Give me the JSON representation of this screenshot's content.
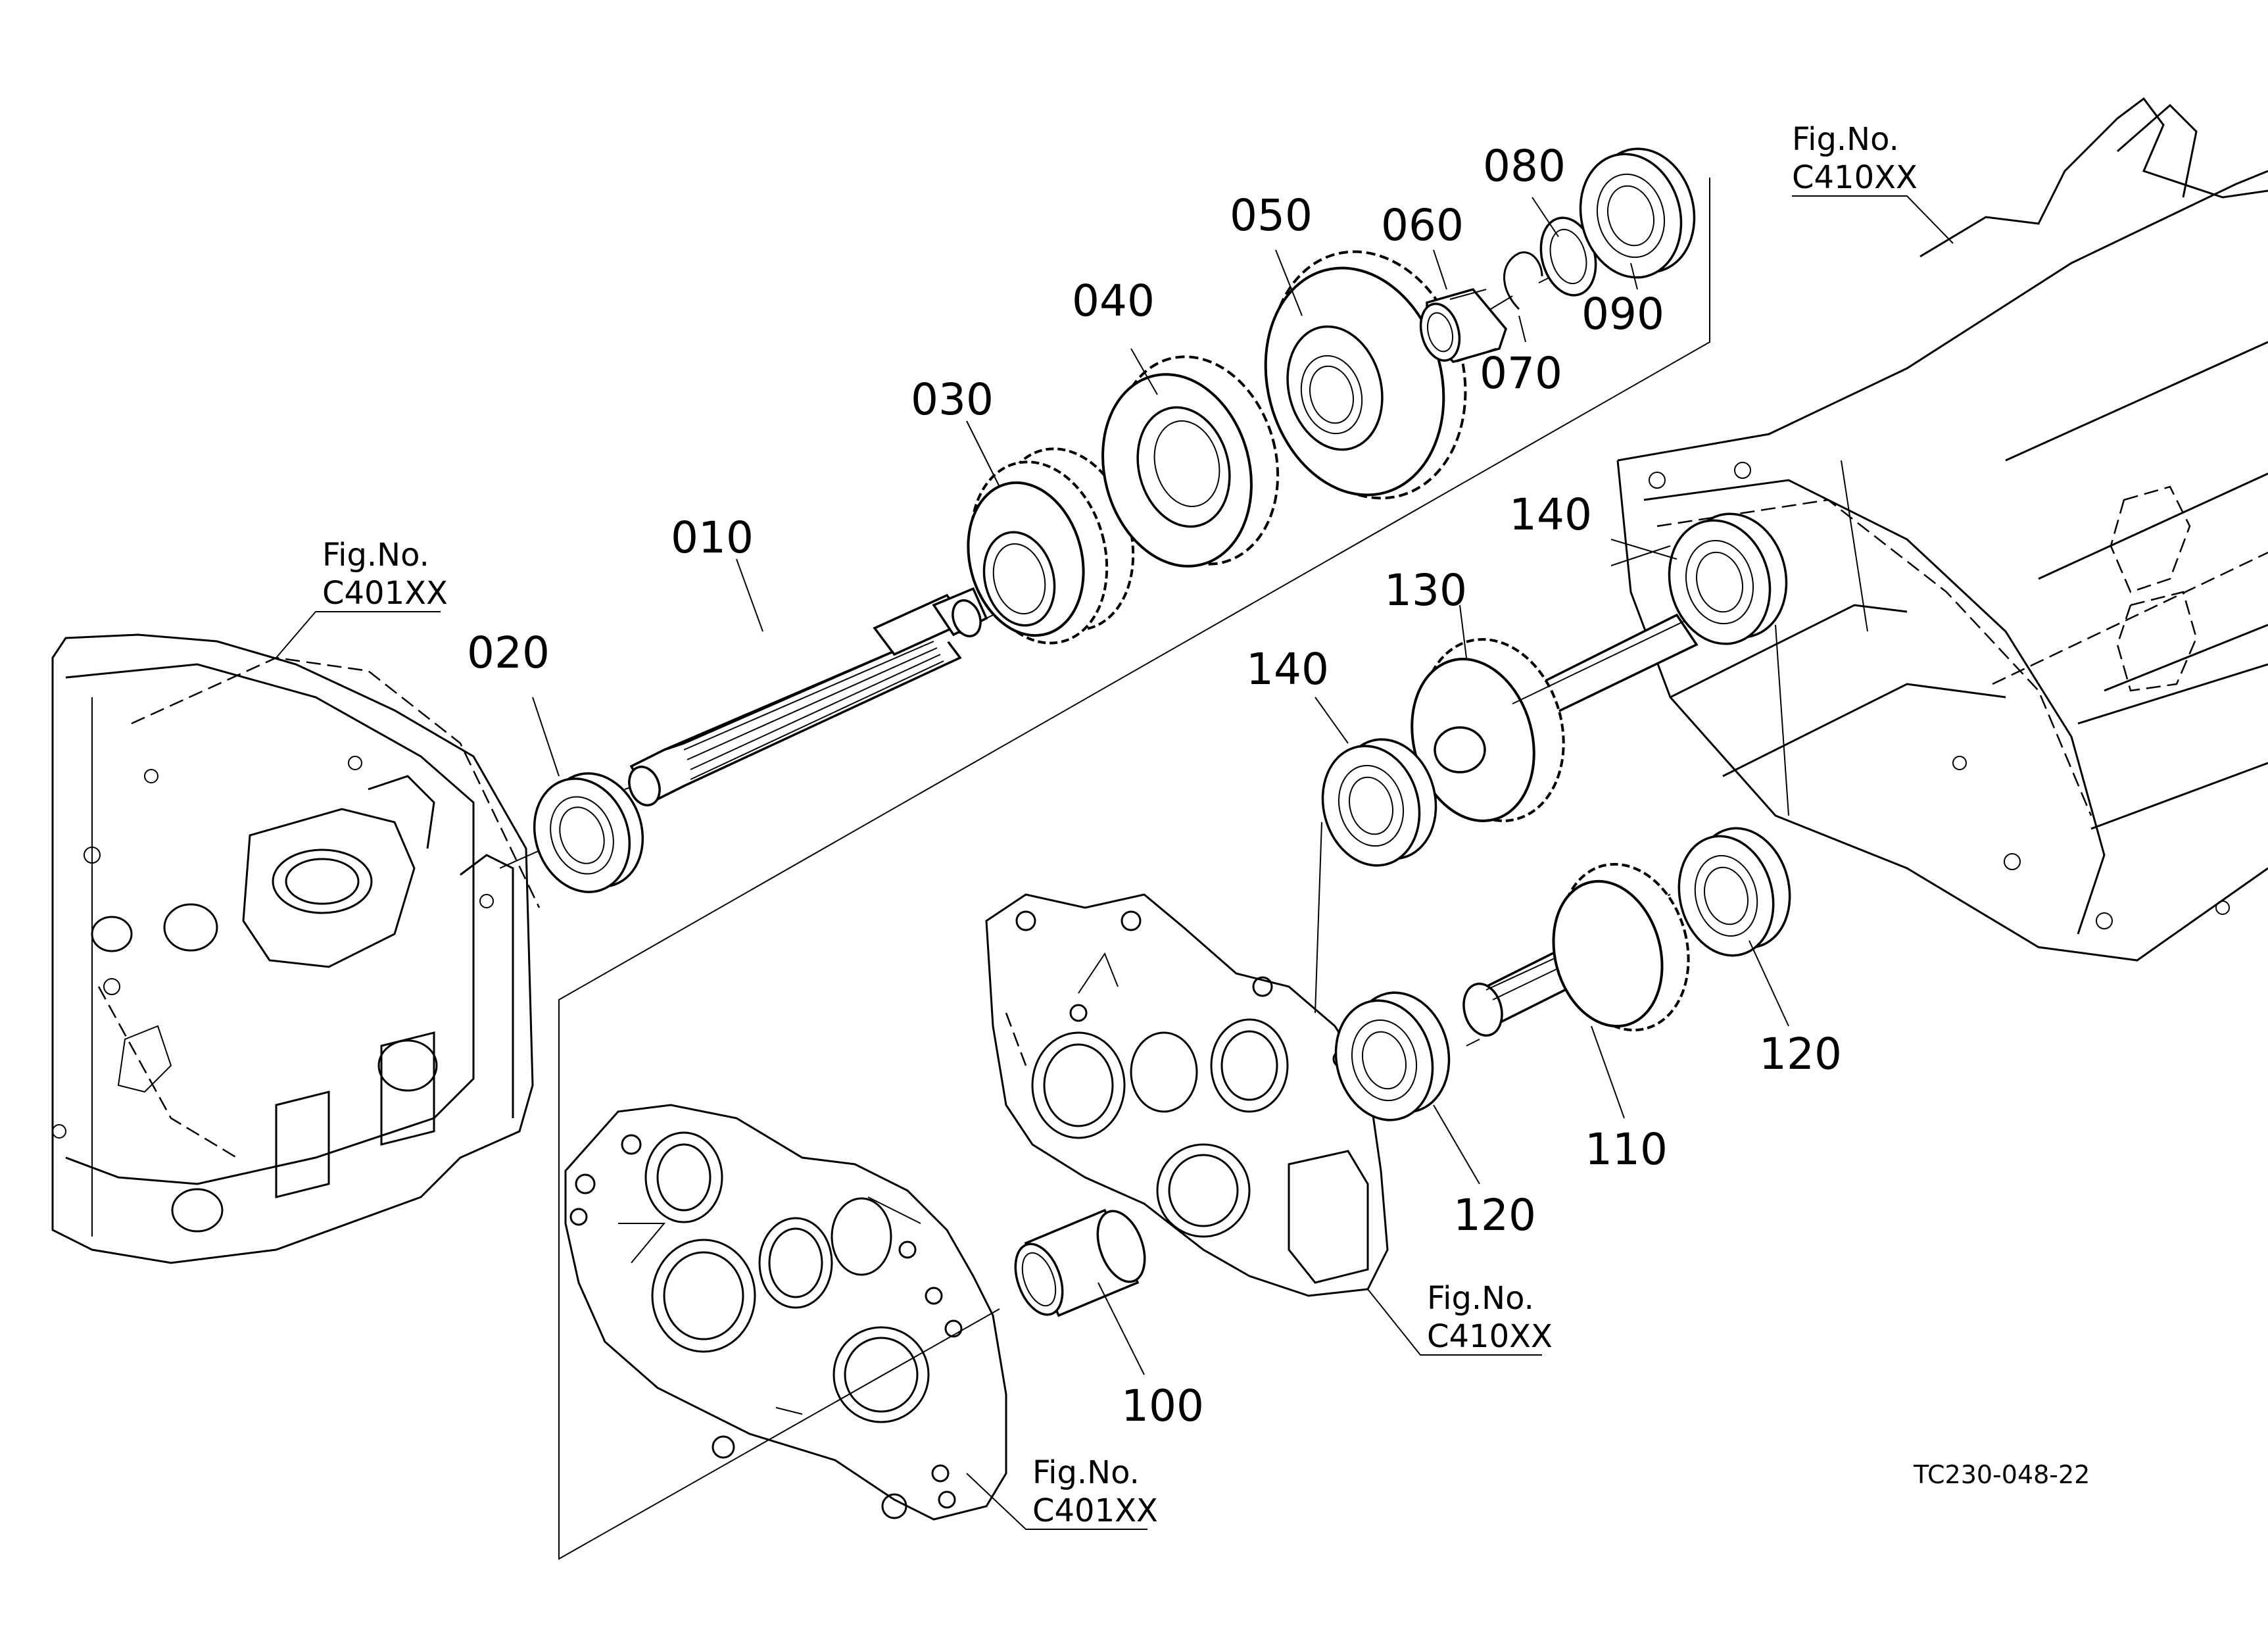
{
  "drawing_code": "TC230-048-22",
  "figure_references": [
    {
      "prefix": "Fig.No.",
      "code": "C401XX"
    },
    {
      "prefix": "Fig.No.",
      "code": "C410XX"
    },
    {
      "prefix": "Fig.No.",
      "code": "C410XX"
    },
    {
      "prefix": "Fig.No.",
      "code": "C401XX"
    }
  ],
  "callouts": [
    "010",
    "020",
    "030",
    "040",
    "050",
    "060",
    "070",
    "080",
    "090",
    "100",
    "110",
    "120",
    "120",
    "130",
    "140",
    "140"
  ],
  "parts": [
    {
      "ref": "010",
      "kind": "splined-shaft"
    },
    {
      "ref": "020",
      "kind": "ball-bearing"
    },
    {
      "ref": "030",
      "kind": "double-gear"
    },
    {
      "ref": "040",
      "kind": "gear"
    },
    {
      "ref": "050",
      "kind": "gear"
    },
    {
      "ref": "060",
      "kind": "needle-bearing"
    },
    {
      "ref": "070",
      "kind": "snap-ring"
    },
    {
      "ref": "080",
      "kind": "collar"
    },
    {
      "ref": "090",
      "kind": "ball-bearing"
    },
    {
      "ref": "100",
      "kind": "sleeve"
    },
    {
      "ref": "110",
      "kind": "gear-shaft"
    },
    {
      "ref": "120",
      "kind": "ball-bearing"
    },
    {
      "ref": "130",
      "kind": "gear-shaft"
    },
    {
      "ref": "140",
      "kind": "ball-bearing"
    }
  ]
}
